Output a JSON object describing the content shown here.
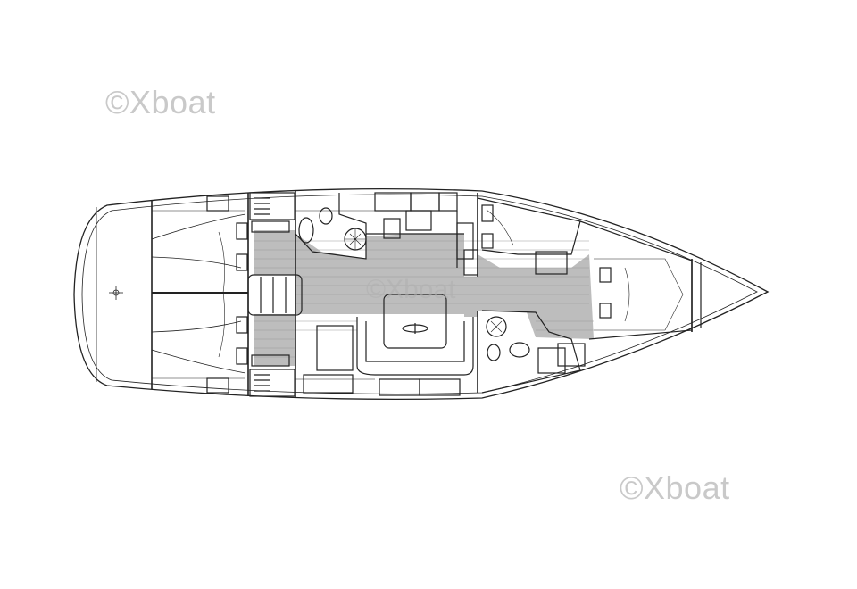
{
  "diagram": {
    "type": "sailboat interior layout plan",
    "watermarks": [
      "©Xboat",
      "©Xboat",
      "©Xboat"
    ]
  },
  "colors": {
    "line": "#222222",
    "floor": "#bdbdbd",
    "watermark": "#c9c9c9"
  }
}
